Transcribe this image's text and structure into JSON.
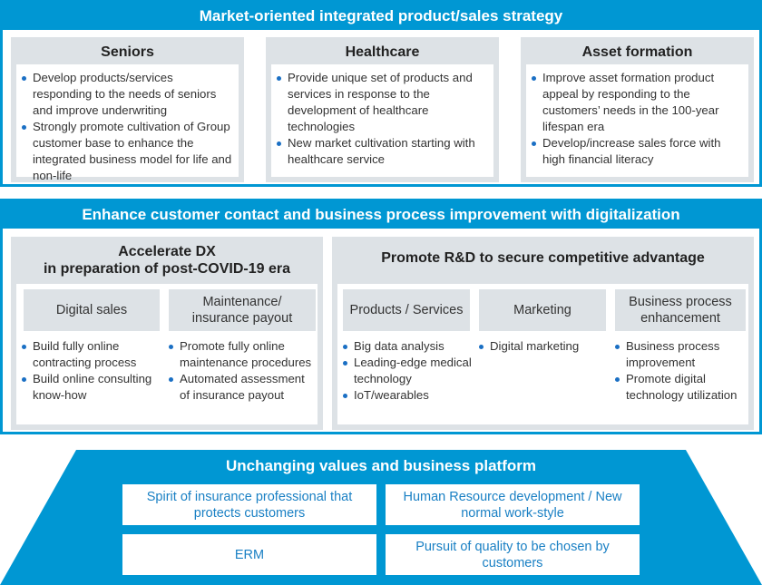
{
  "top_section": {
    "title": "Market-oriented integrated product/sales strategy",
    "cards": [
      {
        "title": "Seniors",
        "bullets": [
          "Develop products/services responding to the needs of seniors and improve underwriting",
          "Strongly promote cultivation of Group customer base to enhance the integrated business model for life and non-life"
        ]
      },
      {
        "title": "Healthcare",
        "bullets": [
          "Provide unique set of products and services in response to the development of healthcare technologies",
          "New market cultivation starting with healthcare service"
        ]
      },
      {
        "title": "Asset formation",
        "bullets": [
          "Improve asset formation product appeal by responding to the customers’ needs in the 100-year lifespan era",
          "Develop/increase sales force with high financial literacy"
        ]
      }
    ]
  },
  "middle_section": {
    "title": "Enhance customer contact and business process improvement with digitalization",
    "dx": {
      "title_line1": "Accelerate DX",
      "title_line2": "in preparation of post-COVID-19 era",
      "columns": [
        {
          "label": "Digital sales",
          "bullets": [
            "Build fully online contracting process",
            "Build online consulting know-how"
          ]
        },
        {
          "label": "Maintenance/ insurance payout",
          "bullets": [
            "Promote fully online maintenance procedures",
            "Automated assessment of insurance payout"
          ]
        }
      ]
    },
    "rd": {
      "title": "Promote R&D to secure competitive advantage",
      "columns": [
        {
          "label": "Products / Services",
          "bullets": [
            "Big data analysis",
            "Leading-edge medical technology",
            "IoT/wearables"
          ]
        },
        {
          "label": "Marketing",
          "bullets": [
            "Digital marketing"
          ]
        },
        {
          "label": "Business process enhancement",
          "bullets": [
            "Business process improvement",
            "Promote digital technology utilization"
          ]
        }
      ]
    }
  },
  "platform": {
    "title": "Unchanging values and business platform",
    "items": [
      "Spirit of insurance professional that protects customers",
      "Human Resource development / New normal work-style",
      "ERM",
      "Pursuit of quality to be chosen by customers"
    ]
  },
  "colors": {
    "accent": "#0097d3",
    "card_bg": "#dde2e6",
    "value_text": "#1a80c4"
  }
}
